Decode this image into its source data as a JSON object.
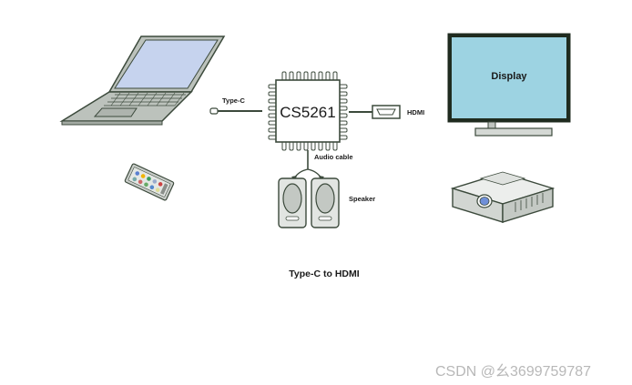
{
  "diagram": {
    "chip_label": "CS5261",
    "typec_label": "Type-C",
    "hdmi_label": "HDMI",
    "audio_label": "Audio cable",
    "speaker_label": "Speaker",
    "display_label": "Display",
    "caption": "Type-C to HDMI"
  },
  "watermark": "CSDN @幺3699759787",
  "colors": {
    "outline": "#3c4a3c",
    "laptop_body": "#bcc2bc",
    "laptop_screen": "#c6d3ee",
    "monitor_screen": "#9dd3e2",
    "accent_blue": "#6f8fd8"
  }
}
